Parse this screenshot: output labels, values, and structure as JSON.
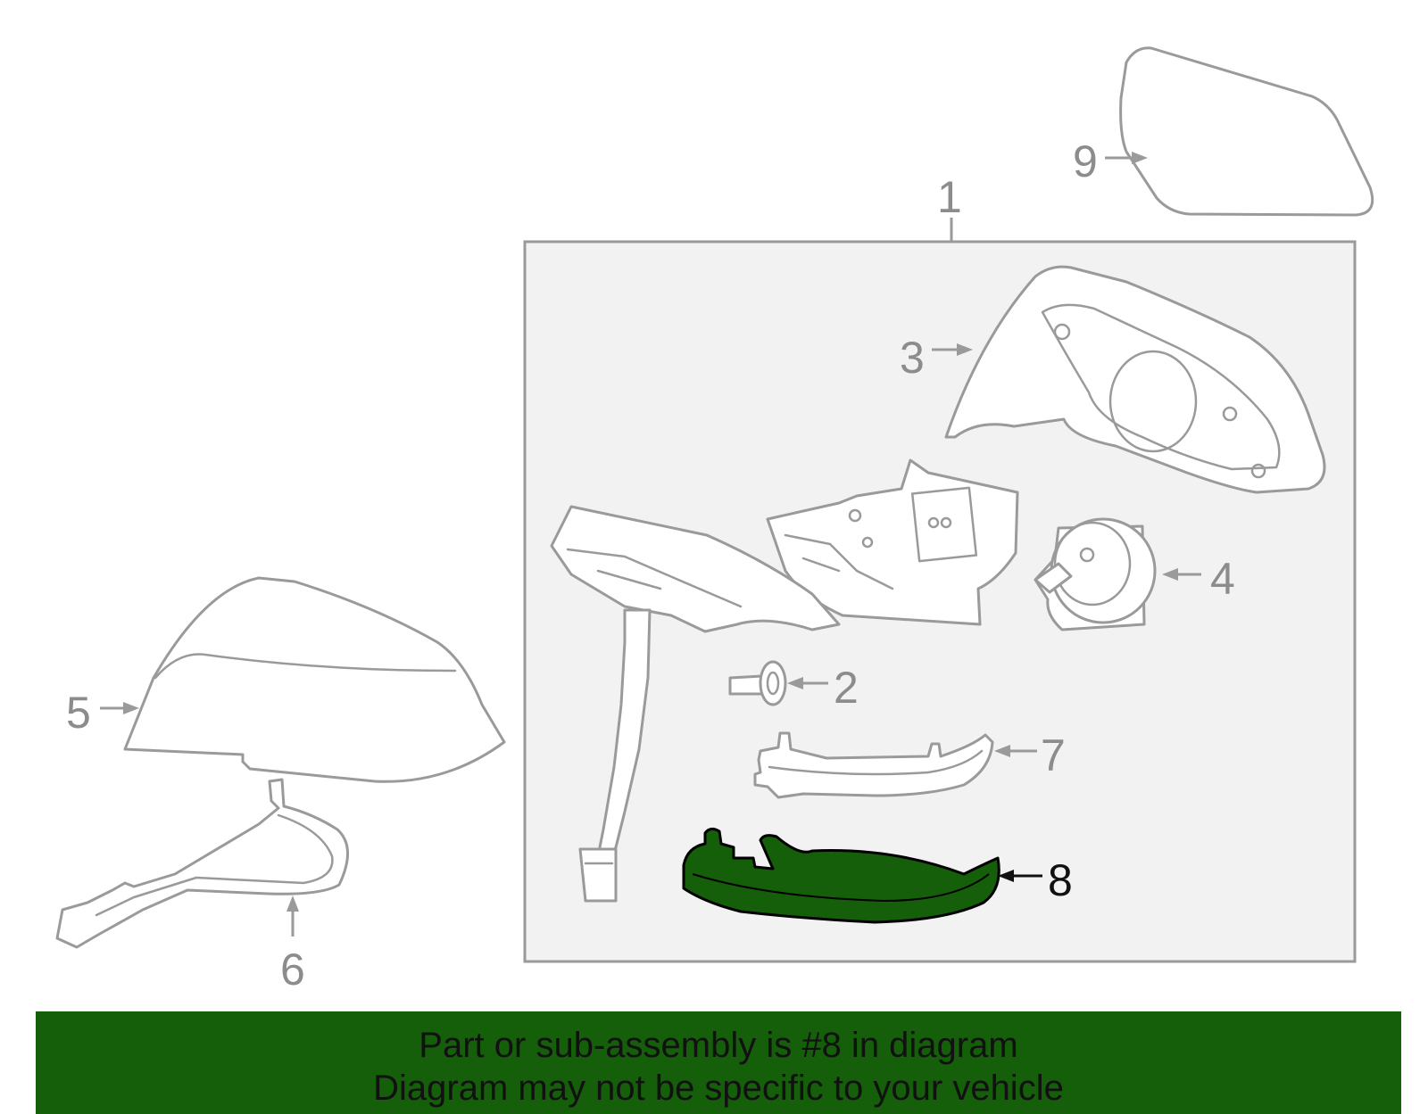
{
  "colors": {
    "highlight": "#155e0a",
    "line": "#9a9a9a",
    "box_fill": "#f2f2f2",
    "banner": "#155e0a"
  },
  "callouts": {
    "c1": "1",
    "c2": "2",
    "c3": "3",
    "c4": "4",
    "c5": "5",
    "c6": "6",
    "c7": "7",
    "c8": "8",
    "c9": "9"
  },
  "highlighted_part": "8",
  "banner": {
    "line1": "Part or sub-assembly is #8 in diagram",
    "line2": "Diagram may not be specific to your vehicle"
  }
}
